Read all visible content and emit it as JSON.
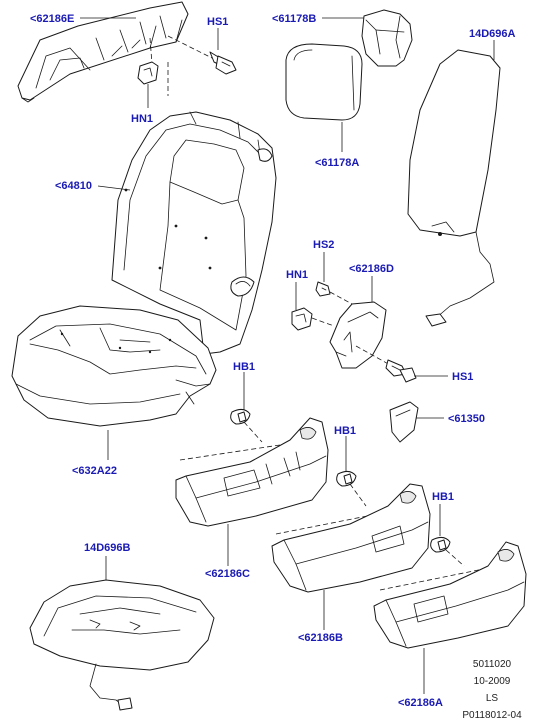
{
  "labels": {
    "l_62186E": "<62186E",
    "l_HS1_top": "HS1",
    "l_HN1_top": "HN1",
    "l_61178B": "<61178B",
    "l_14D696A": "14D696A",
    "l_61178A": "<61178A",
    "l_64810": "<64810",
    "l_HS2": "HS2",
    "l_HN1_mid": "HN1",
    "l_62186D": "<62186D",
    "l_HS1_mid": "HS1",
    "l_HB1_a": "HB1",
    "l_61350": "<61350",
    "l_632A22": "<632A22",
    "l_HB1_b": "HB1",
    "l_62186C": "<62186C",
    "l_HB1_c": "HB1",
    "l_14D696B": "14D696B",
    "l_62186B": "<62186B",
    "l_62186A": "<62186A"
  },
  "footer": {
    "line1": "5011020",
    "line2": "10-2009",
    "line3": "LS",
    "line4": "P0118012-04"
  }
}
